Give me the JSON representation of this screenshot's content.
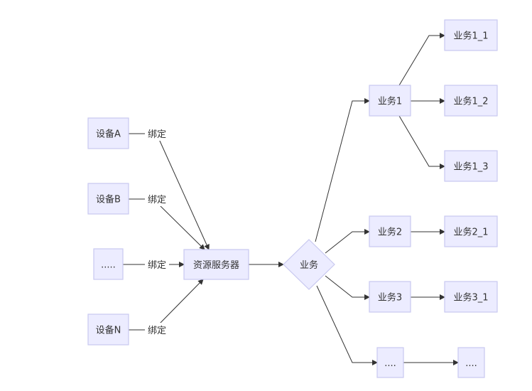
{
  "nodes": {
    "device_a": "设备A",
    "device_b": "设备B",
    "device_etc": ".....",
    "device_n": "设备N",
    "resource_server": "资源服务器",
    "business": "业务",
    "biz1": "业务1",
    "biz2": "业务2",
    "biz3": "业务3",
    "biz_etc": "....",
    "biz1_1": "业务1_1",
    "biz1_2": "业务1_2",
    "biz1_3": "业务1_3",
    "biz2_1": "业务2_1",
    "biz3_1": "业务3_1",
    "biz_etc_child": "...."
  },
  "edge_labels": {
    "bind": "绑定"
  },
  "colors": {
    "node_fill": "#ececff",
    "node_stroke": "#c9c9f0",
    "edge": "#333333",
    "text": "#333333"
  }
}
